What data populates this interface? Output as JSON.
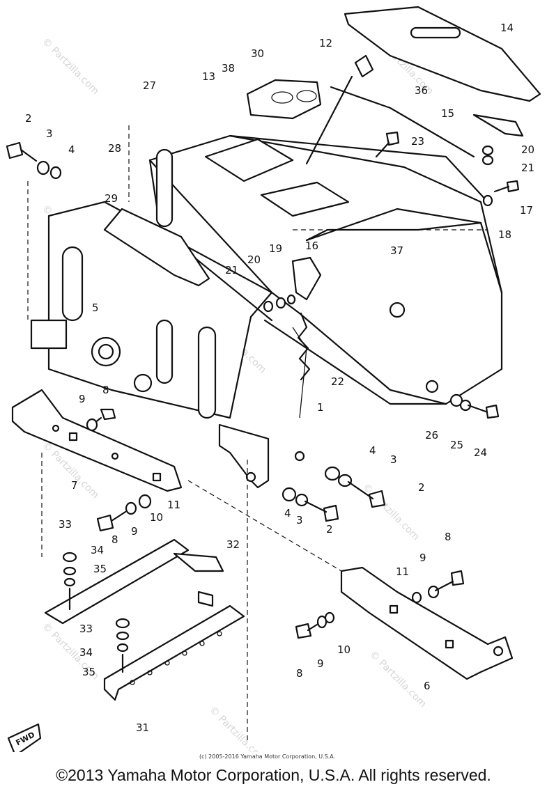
{
  "watermark": "© Partzilla.com",
  "fwd_label": "FWD",
  "small_copyright": "(c) 2005-2016 Yamaha Motor Corporation, U.S.A.",
  "copyright": "©2013 Yamaha Motor Corporation, U.S.A. All rights reserved.",
  "callouts": [
    "1",
    "2",
    "2",
    "2",
    "3",
    "3",
    "3",
    "4",
    "4",
    "4",
    "5",
    "6",
    "7",
    "8",
    "8",
    "8",
    "8",
    "9",
    "9",
    "9",
    "9",
    "10",
    "10",
    "11",
    "11",
    "12",
    "13",
    "14",
    "15",
    "16",
    "17",
    "18",
    "19",
    "20",
    "20",
    "21",
    "21",
    "22",
    "23",
    "24",
    "25",
    "26",
    "27",
    "28",
    "29",
    "30",
    "31",
    "32",
    "33",
    "33",
    "34",
    "34",
    "35",
    "35",
    "36",
    "37",
    "38"
  ]
}
